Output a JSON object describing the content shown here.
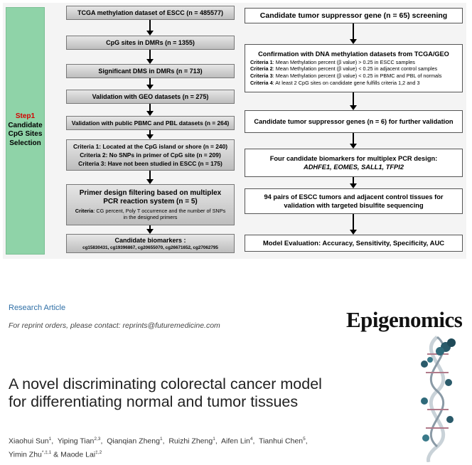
{
  "flowchart": {
    "step": {
      "title": "Step1",
      "lines": [
        "Candidate",
        "CpG Sites",
        "Selection"
      ]
    },
    "left_steps": [
      {
        "text": "TCGA methylation dataset of ESCC (n = 485577)"
      },
      {
        "text": "CpG sites in DMRs (n = 1355)"
      },
      {
        "text": "Significant DMS in DMRs (n = 713)"
      },
      {
        "text": "Validation with GEO datasets (n = 275)"
      },
      {
        "text": "Validation with public PBMC and PBL datasets (n = 264)"
      },
      {
        "lines": [
          "Criteria 1: Located at the CpG island or shore (n = 240)",
          "Criteria 2: No SNPs in primer of CpG site (n = 209)",
          "Criteria 3: Have not been studied in ESCC (n = 175)"
        ]
      },
      {
        "title": "Primer design filtering based on  multiplex PCR reaction system (n = 5)",
        "detail_label": "Criteria",
        "detail": ": CG percent, Poly T occurrence and the number of SNPs in the designed primers"
      },
      {
        "title": "Candidate biomarkers :",
        "detail": "cg15830431, cg19396867, cg20655070, cg26671652, cg27062795"
      }
    ],
    "right_steps": [
      {
        "text": "Candidate tumor suppressor gene (n = 65) screening"
      },
      {
        "title": "Confirmation with DNA methylation datasets from TCGA/GEO",
        "criteria": [
          {
            "label": "Criteria 1",
            "text": ": Mean Methylation percent (β value) > 0.25 in ESCC  samples"
          },
          {
            "label": "Criteria 2",
            "text": ": Mean Methylation percent (β value) < 0.25 in adjacent control samples"
          },
          {
            "label": "Criteria 3",
            "text": ": Mean Methylation percent (β value) < 0.25 in PBMC and PBL of normals"
          },
          {
            "label": "Criteria 4",
            "text": ": At least 2 CpG sites on candidate gene fulfills criteria 1,2 and 3"
          }
        ]
      },
      {
        "text": "Candidate tumor suppressor genes (n = 6) for further validation"
      },
      {
        "title": "Four candidate biomarkers for multiplex PCR design:",
        "genes": "ADHFE1, EOMES, SALL1, TFPI2"
      },
      {
        "lines": [
          "94 pairs of ESCC tumors and adjacent control tissues for",
          "validation with targeted bisulfite sequencing"
        ]
      },
      {
        "text": "Model Evaluation: Accuracy, Sensitivity, Specificity, AUC"
      }
    ]
  },
  "article": {
    "type": "Research Article",
    "reprint": "For reprint orders, please contact: reprints@futuremedicine.com",
    "journal": "Epigenomics",
    "title": "A novel discriminating colorectal cancer model for differentiating normal and tumor tissues",
    "authors": [
      {
        "name": "Xiaohui Sun",
        "aff": "1"
      },
      {
        "name": "Yiping Tian",
        "aff": "2,3"
      },
      {
        "name": "Qianqian Zheng",
        "aff": "1"
      },
      {
        "name": "Ruizhi Zheng",
        "aff": "1"
      },
      {
        "name": "Aifen Lin",
        "aff": "4"
      },
      {
        "name": "Tianhui Chen",
        "aff": "5"
      },
      {
        "name": "Yimin Zhu",
        "aff": "*,‡,1"
      },
      {
        "name": "Maode Lai",
        "aff": "‡,2"
      }
    ],
    "author_final_join": " & "
  },
  "colors": {
    "step_panel": "#8fd3a8",
    "step_title": "#d40000",
    "research_label": "#2f6fa6"
  }
}
